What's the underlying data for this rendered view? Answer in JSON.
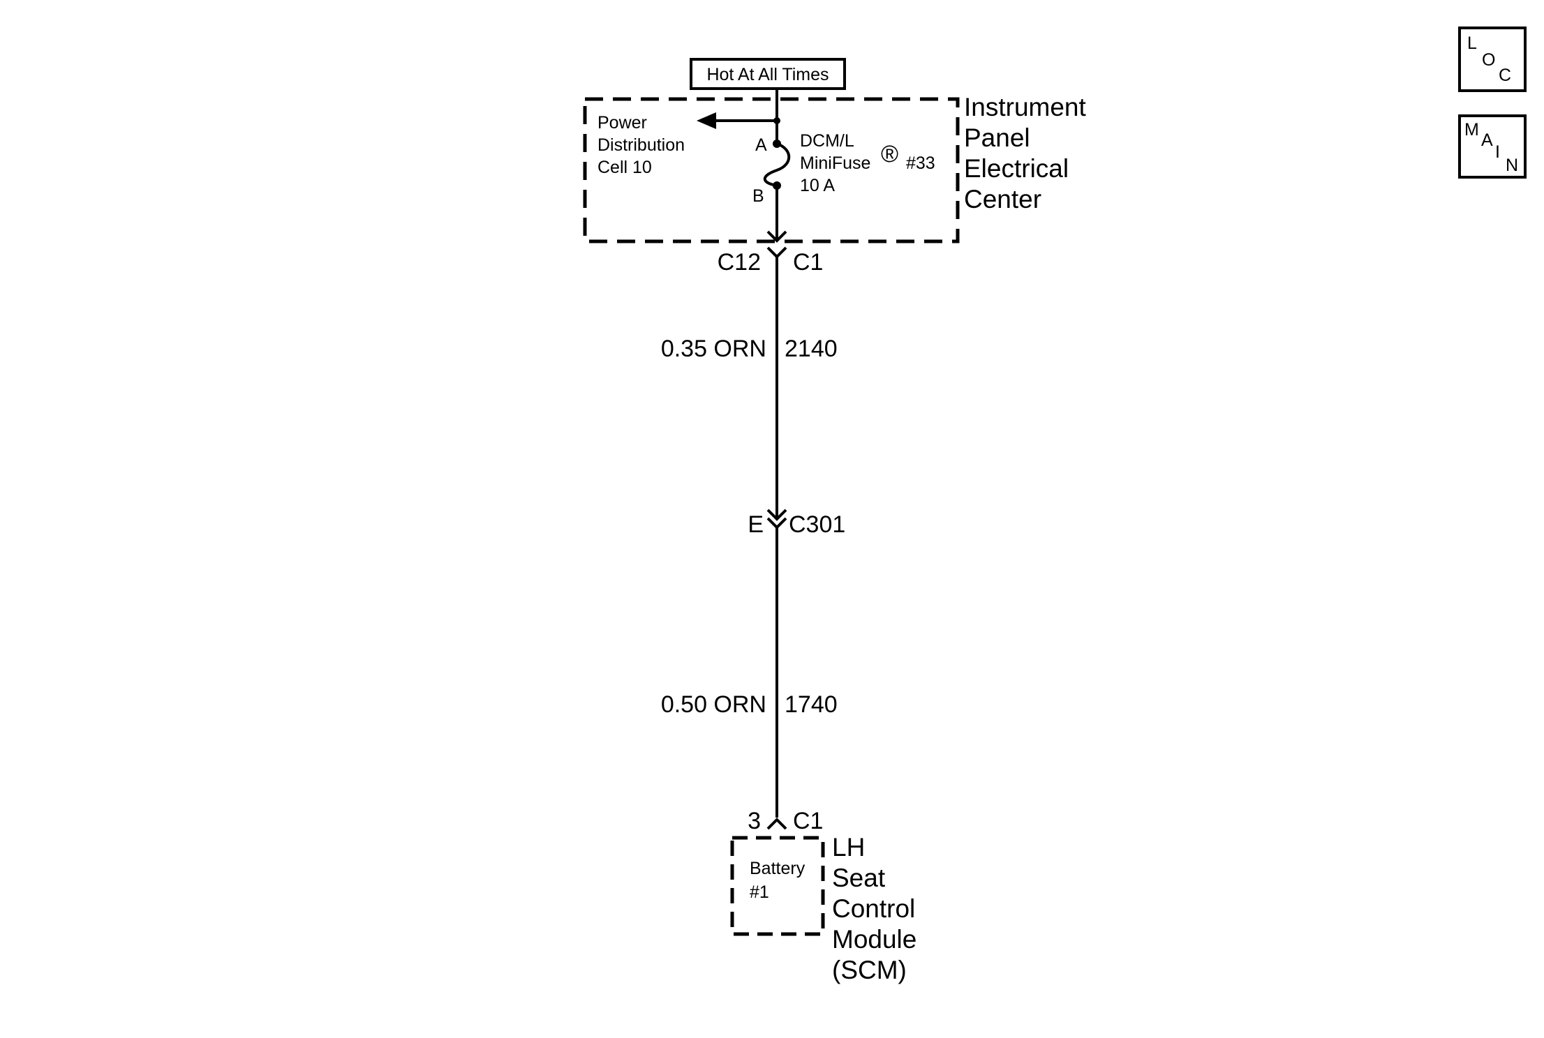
{
  "power_source": {
    "label": "Hot At All Times"
  },
  "ipec": {
    "name": [
      "Instrument",
      "Panel",
      "Electrical",
      "Center"
    ],
    "cell": [
      "Power",
      "Distribution",
      "Cell 10"
    ],
    "fuse": {
      "name": "DCM/L",
      "type": "MiniFuse",
      "reg_mark": "®",
      "number": "#33",
      "rating": "10 A",
      "pin_a": "A",
      "pin_b": "B"
    },
    "connector": {
      "pin": "C12",
      "id": "C1"
    }
  },
  "wires": [
    {
      "spec": "0.35 ORN",
      "circuit": "2140"
    },
    {
      "spec": "0.50 ORN",
      "circuit": "1740"
    }
  ],
  "inline_connector": {
    "pin": "E",
    "id": "C301"
  },
  "scm": {
    "connector": {
      "pin": "3",
      "id": "C1"
    },
    "terminal": [
      "Battery",
      "#1"
    ],
    "name": [
      "LH",
      "Seat",
      "Control",
      "Module",
      "(SCM)"
    ]
  },
  "nav": {
    "loc": [
      "L",
      "O",
      "C"
    ],
    "main": [
      "M",
      "A",
      "I",
      "N"
    ]
  }
}
